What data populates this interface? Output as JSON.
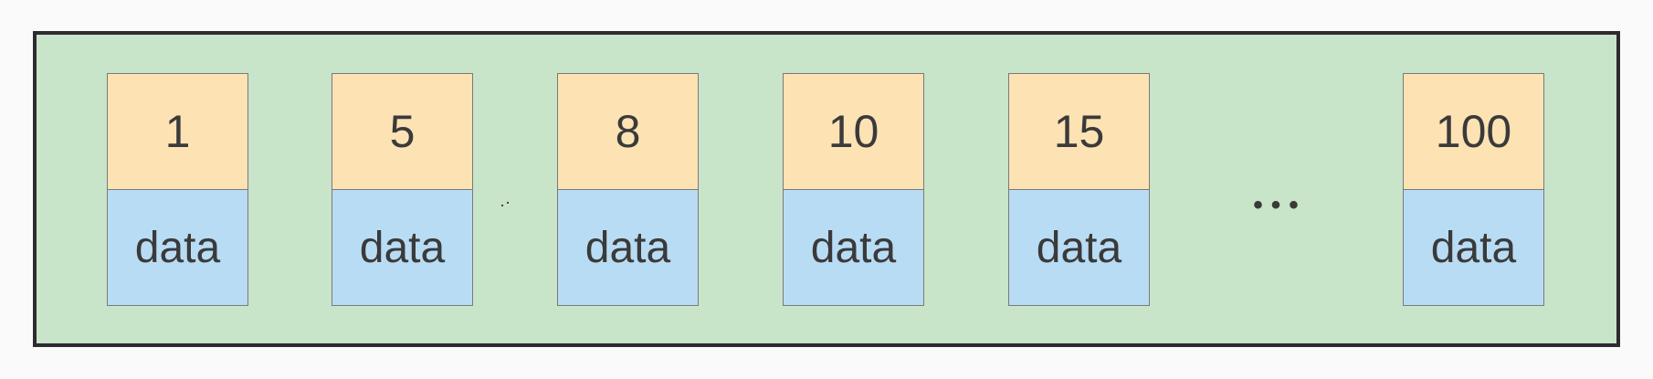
{
  "diagram": {
    "description_semantic": "container-of-key-data-nodes",
    "nodes": [
      {
        "key": "1",
        "value": "data"
      },
      {
        "key": "5",
        "value": "data"
      },
      {
        "key": "8",
        "value": "data"
      },
      {
        "key": "10",
        "value": "data"
      },
      {
        "key": "15",
        "value": "data"
      },
      {
        "key": "100",
        "value": "data"
      }
    ],
    "ellipsis": "•••",
    "colors": {
      "page_background": "#fafafa",
      "container_background": "#c8e4c9",
      "container_border": "#2e2b30",
      "key_cell_background": "#fde2b4",
      "data_cell_background": "#b9dcf5",
      "cell_border": "#7a7a7a",
      "text": "#3a3a3a"
    }
  }
}
